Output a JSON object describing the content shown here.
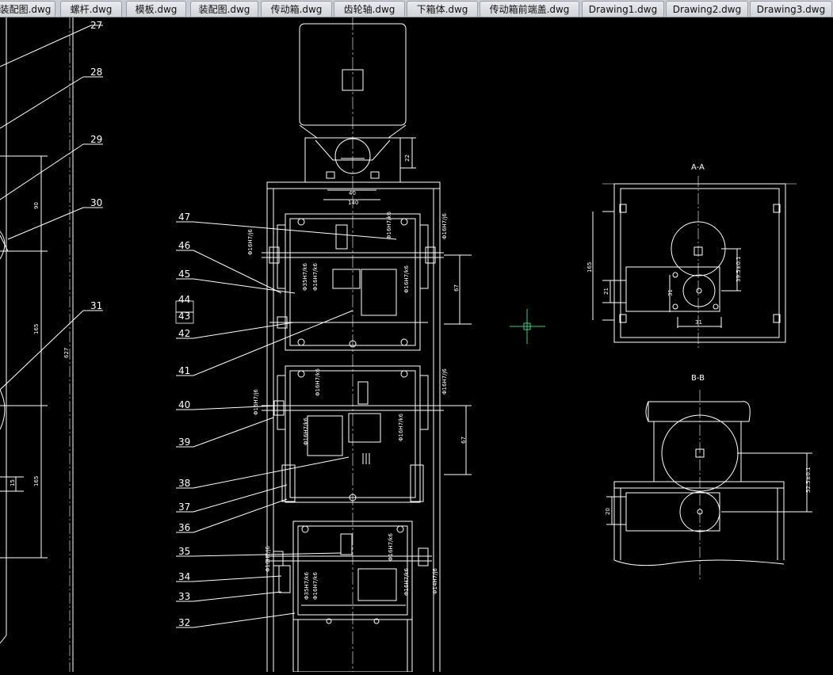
{
  "tabs": [
    {
      "label": "装配图.dwg"
    },
    {
      "label": "螺杆.dwg"
    },
    {
      "label": "模板.dwg"
    },
    {
      "label": "装配图.dwg"
    },
    {
      "label": "传动箱.dwg"
    },
    {
      "label": "齿轮轴.dwg"
    },
    {
      "label": "下箱体.dwg"
    },
    {
      "label": "传动箱前端盖.dwg"
    },
    {
      "label": "Drawing1.dwg"
    },
    {
      "label": "Drawing2.dwg"
    },
    {
      "label": "Drawing3.dwg"
    }
  ],
  "drawing": {
    "left_callouts": [
      "27",
      "28",
      "29",
      "30",
      "31"
    ],
    "left_dims": [
      "90",
      "165",
      "165",
      "15",
      "627"
    ],
    "part_numbers": [
      "47",
      "46",
      "45",
      "44",
      "43",
      "42",
      "41",
      "40",
      "39",
      "38",
      "37",
      "36",
      "35",
      "34",
      "33",
      "32"
    ],
    "motor_dims": {
      "height": "22",
      "width1": "40",
      "width2": "140"
    },
    "fits": {
      "h": "Φ16H7/j6",
      "k": "Φ16H7/k6",
      "r": "Φ35H7/k6",
      "g": "Φ14H7/j6"
    },
    "center_dims": [
      "67",
      "67"
    ],
    "section_aa": {
      "title": "A-A",
      "dim_height": "165",
      "dim_21": "21",
      "dim_31v": "31",
      "dim_31h": "31",
      "dim_center": "39.5±0.1"
    },
    "section_bb": {
      "title": "B-B",
      "dim_center": "52.5±0.1",
      "dim_20": "20"
    }
  },
  "colors": {
    "background": "#000000",
    "lines": "#ffffff",
    "crosshair": "#35d07a"
  }
}
